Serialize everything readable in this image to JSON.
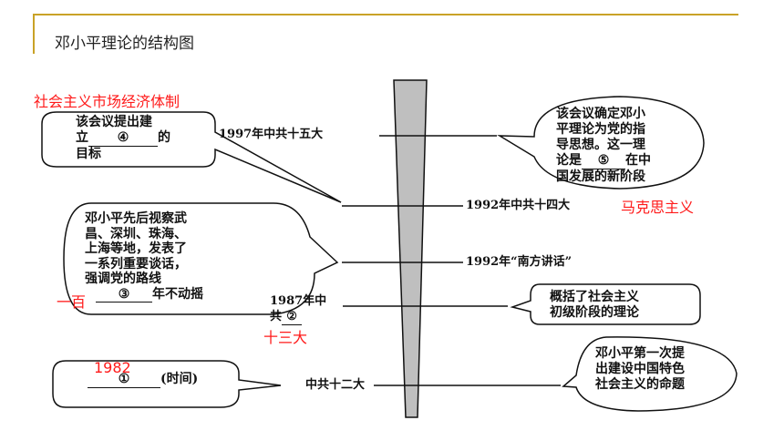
{
  "page": {
    "title": "邓小平理论的结构图"
  },
  "timeline": {
    "events": [
      {
        "label": "1997年中共十五大"
      },
      {
        "label": "1992年中共十四大"
      },
      {
        "label": "1992年“南方讲话”"
      },
      {
        "label_line1": "1987年中",
        "label_line2": "共",
        "blank": "②"
      },
      {
        "label": "中共十二大"
      }
    ]
  },
  "bubbles": {
    "b1": {
      "line1": "该会议提出建",
      "line2_pre": "立",
      "blank": "④",
      "line2_post": "的",
      "line3": "目标"
    },
    "b2": {
      "lines": [
        "邓小平先后视察武",
        "昌、深圳、珠海、",
        "上海等地，发表了",
        "一系列重要谈话，",
        "强调党的路线"
      ],
      "blank": "③",
      "post": "年不动摇"
    },
    "b3": {
      "blank": "①",
      "post": "(时间)"
    },
    "b4": {
      "line1": "该会议确定邓小",
      "line2": "平理论为党的指",
      "line3": "导思想。这一理",
      "line4_pre": "论是",
      "blank": "⑤",
      "line4_post": "在中",
      "line5": "国发展的新阶段"
    },
    "b5": {
      "line1": "概括了社会主义",
      "line2": "初级阶段的理论"
    },
    "b6": {
      "line1": "邓小平第一次提",
      "line2": "出建设中国特色",
      "line3": "社会主义的命题"
    }
  },
  "answers": {
    "a4": "社会主义市场经济体制",
    "a5": "马克思主义",
    "a3": "一百",
    "a2": "十三大",
    "a1": "1982"
  },
  "colors": {
    "accent": "#c9a227",
    "answer": "#ff1a1a",
    "pillar": "#bfbfbf"
  }
}
